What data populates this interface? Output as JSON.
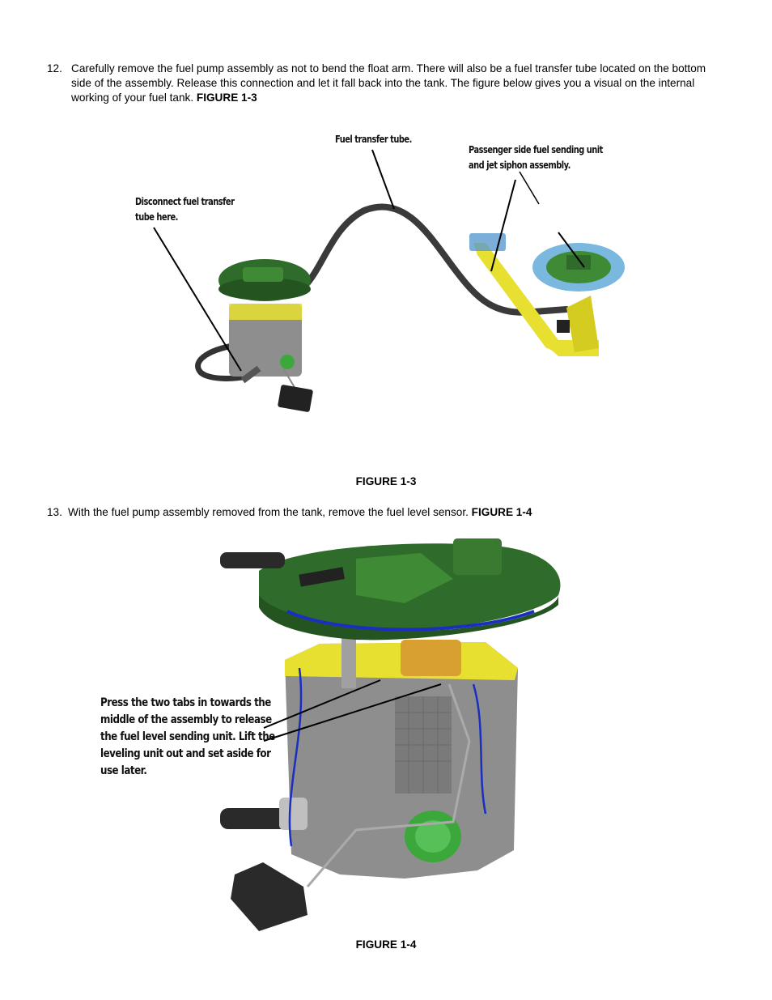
{
  "steps": [
    {
      "number": "12.",
      "text": "Carefully remove the fuel pump assembly as not to bend the float arm.  There will also be a fuel transfer tube located on the bottom side of the assembly.  Release this connection and let it fall back into the tank.  The figure below gives you a visual on the internal working of your fuel tank.",
      "ref": "FIGURE 1-3"
    },
    {
      "number": "13.",
      "text": "With the fuel pump assembly removed from the tank, remove the fuel level sensor.",
      "ref": "FIGURE 1-4"
    }
  ],
  "figures": [
    {
      "caption": "FIGURE 1-3",
      "callouts": {
        "transfer_tube": "Fuel transfer tube.",
        "passenger_line1": "Passenger side fuel sending unit",
        "passenger_line2": "and jet siphon assembly.",
        "disconnect_line1": "Disconnect fuel transfer",
        "disconnect_line2": "tube here."
      }
    },
    {
      "caption": "FIGURE 1-4",
      "callout_lines": [
        "Press the two tabs in towards the",
        "middle of the assembly to release",
        "the fuel level sending unit.  Lift the",
        "leveling unit out and set aside for",
        "use later."
      ]
    }
  ],
  "colors": {
    "flange_green": "#2f6b2a",
    "body_gray": "#8e8e8e",
    "yellow_bracket": "#e8e030",
    "blue_ring": "#7ab8e0",
    "wire_blue": "#1a2fc0"
  }
}
